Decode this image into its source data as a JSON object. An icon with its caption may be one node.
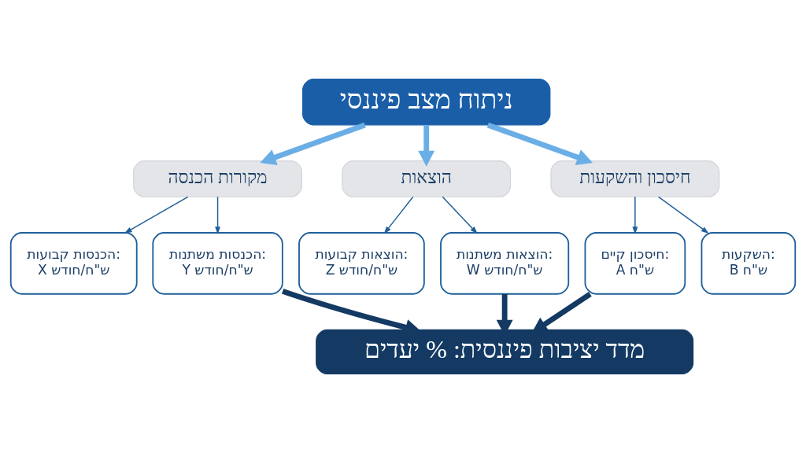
{
  "diagram": {
    "nodes": [
      {
        "text": [
          "ניתוח מצב פיננסי"
        ]
      },
      {
        "text": [
          "חיסכון והשקעות"
        ]
      },
      {
        "text": [
          "הוצאות"
        ]
      },
      {
        "text": [
          "מקורות הכנסה"
        ]
      },
      {
        "text": [
          "השקעות: B ש\"ח"
        ]
      },
      {
        "text": [
          "חיסכון קיים: A ש\"ח"
        ]
      },
      {
        "text": [
          "הוצאות משתנות: W ש\"ח/חודש"
        ]
      },
      {
        "text": [
          "הוצאות קבועות: Z ש\"ח/חודש"
        ]
      },
      {
        "text": [
          "הכנסות משתנות: Y ש\"ח/חודש"
        ]
      },
      {
        "text": [
          "הכנסות קבועות: X ש\"ח/חודש"
        ]
      },
      {
        "text": [
          "מדד יציבות פיננסית: % יעדים"
        ]
      }
    ],
    "edges": [
      {
        "from": 0,
        "to": 1,
        "arrow": "to",
        "style": "thick",
        "color": "#6aaee6"
      },
      {
        "from": 0,
        "to": 2,
        "arrow": "to",
        "style": "thick",
        "color": "#6aaee6"
      },
      {
        "from": 0,
        "to": 3,
        "arrow": "to",
        "style": "thick",
        "color": "#6aaee6"
      },
      {
        "from": 1,
        "to": 4,
        "arrow": "to"
      },
      {
        "from": 1,
        "to": 5,
        "arrow": "to"
      },
      {
        "from": 2,
        "to": 6,
        "arrow": "to"
      },
      {
        "from": 2,
        "to": 7,
        "arrow": "to"
      },
      {
        "from": 3,
        "to": 8,
        "arrow": "to"
      },
      {
        "from": 3,
        "to": 9,
        "arrow": "to"
      },
      {
        "from": 5,
        "to": 10,
        "arrow": "to",
        "style": "thick",
        "color": "#143a63"
      },
      {
        "from": 6,
        "to": 10,
        "arrow": "to",
        "style": "thick",
        "color": "#143a63"
      },
      {
        "from": 8,
        "to": 10,
        "arrow": "to",
        "style": "thick",
        "color": "#143a63"
      }
    ]
  }
}
